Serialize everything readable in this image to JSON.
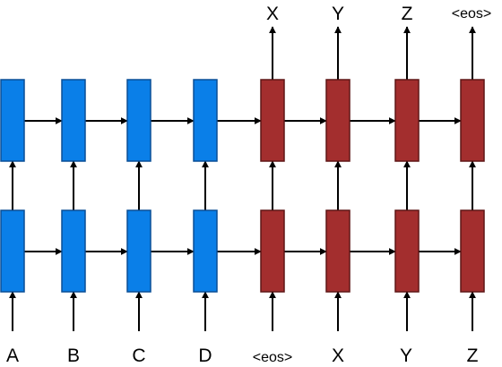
{
  "colors": {
    "encoder_fill": "#0a7fe8",
    "encoder_stroke": "#0a4f96",
    "decoder_fill": "#a32e2e",
    "decoder_stroke": "#5e1616",
    "arrow": "#000000",
    "background": "#ffffff"
  },
  "inputs": [
    "A",
    "B",
    "C",
    "D",
    "<eos>",
    "X",
    "Y",
    "Z"
  ],
  "outputs": [
    "X",
    "Y",
    "Z",
    "<eos>"
  ],
  "cell_types": [
    "encoder",
    "encoder",
    "encoder",
    "encoder",
    "decoder",
    "decoder",
    "decoder",
    "decoder"
  ],
  "layers": 2
}
